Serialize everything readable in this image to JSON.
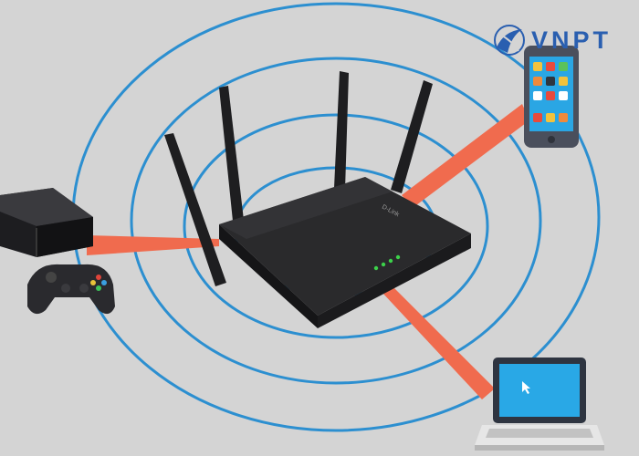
{
  "brand": {
    "name": "VNPT",
    "color": "#2a5fb0",
    "logo_icon": "vnpt-swirl-logo-icon"
  },
  "router": {
    "label": "D-Link",
    "antenna_count": 4,
    "status_led_count": 4,
    "icon": "wifi-router-icon"
  },
  "devices": [
    {
      "id": "game-console",
      "icon": "game-console-icon"
    },
    {
      "id": "gamepad",
      "icon": "gamepad-icon"
    },
    {
      "id": "smartphone",
      "icon": "smartphone-icon"
    },
    {
      "id": "laptop",
      "icon": "laptop-icon"
    }
  ],
  "colors": {
    "background": "#d4d4d4",
    "signal_rings": "#2c8fd0",
    "signal_beams": "#f06b4e",
    "router_body": "#2a2a2c",
    "led": "#3cd24a",
    "screen": "#29a8e6"
  }
}
